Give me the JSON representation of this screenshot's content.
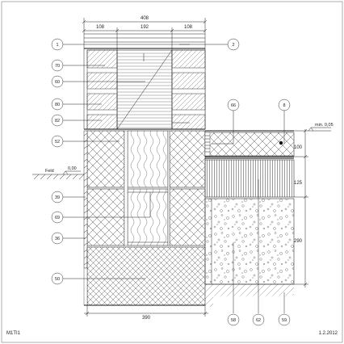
{
  "dimensions": {
    "total_width": "408",
    "left_wythe": "108",
    "insulation": "192",
    "right_wythe": "108",
    "base_width": "390",
    "layer_top": "100",
    "layer_mid": "125",
    "layer_bottom": "290"
  },
  "levels": {
    "floor": "min. 0,05",
    "ground_label": "Feld",
    "ground_value": "0,00"
  },
  "callouts": {
    "c1": "1",
    "c2": "2",
    "c70": "70",
    "c60": "60",
    "c80": "80",
    "c82": "82",
    "c52": "52",
    "c39": "39",
    "c69": "69",
    "c36": "36",
    "c50": "50",
    "c66": "66",
    "c8": "8",
    "c58": "58",
    "c62": "62",
    "c59": "59"
  },
  "footer": {
    "code": "M1TI1",
    "date": "1.2.2012"
  }
}
